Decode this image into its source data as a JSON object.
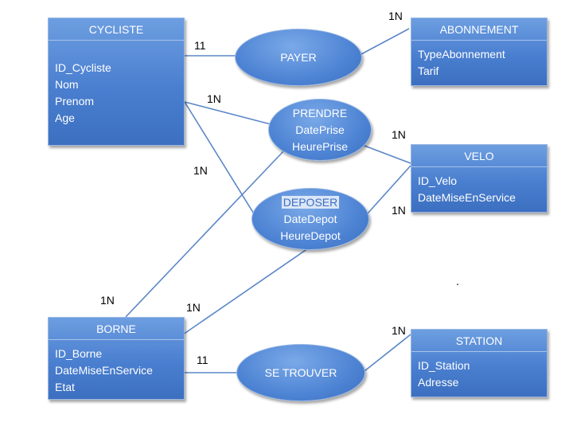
{
  "entities": {
    "cycliste": {
      "title": "CYCLISTE",
      "attrs": [
        "ID_Cycliste",
        "Nom",
        "Prenom",
        "Age"
      ]
    },
    "abonnement": {
      "title": "ABONNEMENT",
      "attrs": [
        "TypeAbonnement",
        "Tarif"
      ]
    },
    "velo": {
      "title": "VELO",
      "attrs": [
        "ID_Velo",
        "DateMiseEnService"
      ]
    },
    "borne": {
      "title": "BORNE",
      "attrs": [
        "ID_Borne",
        "DateMiseEnService",
        "Etat"
      ]
    },
    "station": {
      "title": "STATION",
      "attrs": [
        "ID_Station",
        "Adresse"
      ]
    }
  },
  "associations": {
    "payer": {
      "title": "PAYER",
      "attrs": []
    },
    "prendre": {
      "title": "PRENDRE",
      "attrs": [
        "DatePrise",
        "HeurePrise"
      ]
    },
    "deposer": {
      "title": "DEPOSER",
      "attrs": [
        "DateDepot",
        "HeureDepot"
      ]
    },
    "se_trouver": {
      "title": "SE TROUVER",
      "attrs": []
    }
  },
  "cardinalities": {
    "cycliste_payer": "11",
    "payer_abonnement": "1N",
    "cycliste_prendre": "1N",
    "cycliste_deposer": "1N",
    "prendre_velo": "1N",
    "deposer_velo": "1N",
    "borne_prendre": "1N",
    "borne_deposer": "1N",
    "borne_setrouver": "11",
    "setrouver_station": "1N"
  },
  "stray_mark": ".",
  "colors": {
    "fill": "#4a7fd0",
    "line": "#5b87c7",
    "text": "#ffffff"
  }
}
